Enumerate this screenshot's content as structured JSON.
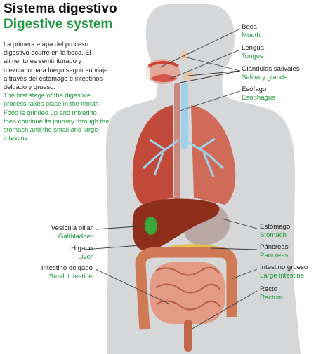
{
  "title": {
    "spanish": "Sistema digestivo",
    "english": "Digestive system"
  },
  "intro": {
    "spanish": "La primera etapa del proceso digestivo ocurre en la boca. El alimento es semitriturado y mezclado para luego seguir su viaje a través del estómago e intestinos delgado y grueso.",
    "english": "The first stage of the digestive process takes place in the mouth. Food is grinded up and mixed to then continue its journey through the stomach and the small and large intestine."
  },
  "labels": {
    "mouth": {
      "spanish": "Boca",
      "english": "Mouth"
    },
    "tongue": {
      "spanish": "Lengua",
      "english": "Tongue"
    },
    "salivary_glands": {
      "spanish": "Glándulas salivales",
      "english": "Salivary glands"
    },
    "esophagus": {
      "spanish": "Esófago",
      "english": "Esophagus"
    },
    "stomach": {
      "spanish": "Estómago",
      "english": "Stomach"
    },
    "pancreas": {
      "spanish": "Páncreas",
      "english": "Pancreas"
    },
    "large_intestine": {
      "spanish": "Intestino grueso",
      "english": "Large intestine"
    },
    "rectum": {
      "spanish": "Recto",
      "english": "Rectum"
    },
    "gallbladder": {
      "spanish": "Vesícula biliar",
      "english": "Gallbladder"
    },
    "liver": {
      "spanish": "Hígado",
      "english": "Liver"
    },
    "small_intestine": {
      "spanish": "Intestino delgado",
      "english": "Small intestine"
    }
  },
  "colors": {
    "english_text": "#1f9a3e",
    "silhouette": "#d6d7d9",
    "liver": "#8e2f1b",
    "intestine": "#d07a55",
    "lung": "#c24a3a",
    "bronchi": "#9fd2ea"
  }
}
